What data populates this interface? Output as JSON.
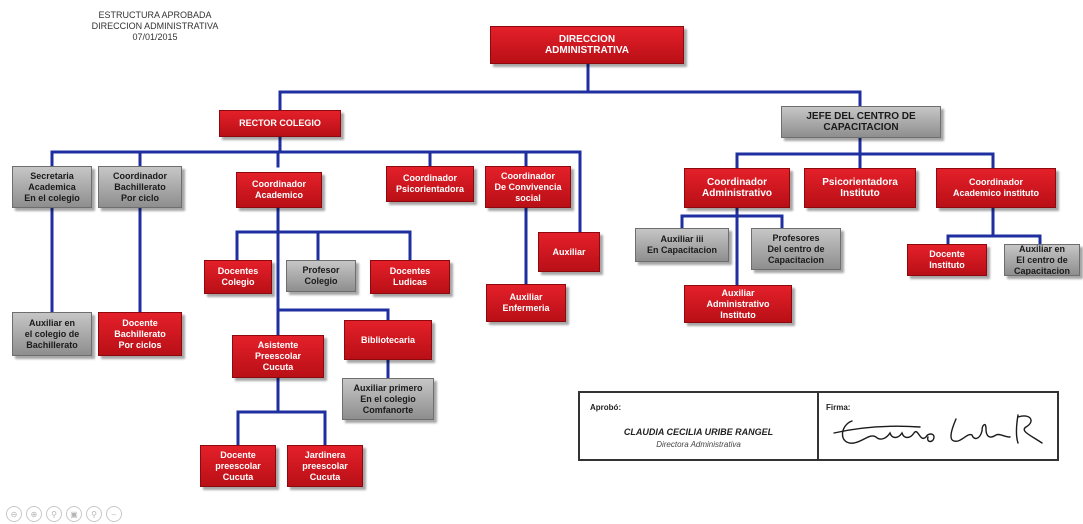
{
  "header_note": {
    "line1": "ESTRUCTURA APROBADA",
    "line2": "DIRECCION ADMINISTRATIVA",
    "line3": "07/01/2015"
  },
  "nodes": {
    "direccion": "DIRECCION\nADMINISTRATIVA",
    "rector": "RECTOR COLEGIO",
    "jefe_centro": "JEFE DEL CENTRO DE\nCAPACITACION",
    "secretaria": "Secretaria\nAcademica\nEn el colegio",
    "coord_bachillerato": "Coordinador\nBachillerato\nPor ciclo",
    "coord_academico": "Coordinador\nAcademico",
    "coord_psico": "Coordinador\nPsicorientadora",
    "coord_convivencia": "Coordinador\nDe Convivencia\nsocial",
    "auxiliar": "Auxiliar",
    "aux_bachillerato": "Auxiliar en\nel colegio de\nBachillerato",
    "docente_bachillerato": "Docente\nBachillerato\nPor ciclos",
    "docentes_colegio": "Docentes\nColegio",
    "profesor_colegio": "Profesor\nColegio",
    "docentes_ludicas": "Docentes\nLudicas",
    "asistente_preescolar": "Asistente\nPreescolar\nCucuta",
    "bibliotecaria": "Bibliotecaria",
    "aux_primero": "Auxiliar primero\nEn el colegio\nComfanorte",
    "docente_preescolar": "Docente\npreescolar\nCucuta",
    "jardinera": "Jardinera\npreescolar\nCucuta",
    "aux_enfermeria": "Auxiliar\nEnfermeria",
    "coord_administrativo": "Coordinador\nAdministrativo",
    "psico_instituto": "Psicorientadora\nInstituto",
    "coord_acad_instituto": "Coordinador\nAcademico instituto",
    "aux_iii": "Auxiliar iii\nEn Capacitacion",
    "profesores_centro": "Profesores\nDel centro de\nCapacitacion",
    "aux_admin_instituto": "Auxiliar\nAdministrativo\nInstituto",
    "docente_instituto": "Docente\nInstituto",
    "aux_centro": "Auxiliar en\nEl centro de\nCapacitacion"
  },
  "approval": {
    "aprobo_label": "Aprobó:",
    "name": "CLAUDIA CECILIA URIBE RANGEL",
    "role": "Directora Administrativa",
    "firma_label": "Firma:"
  },
  "colors": {
    "red_box": "#d0141d",
    "gray_box": "#aaaaaa",
    "connector": "#1f2fa0"
  },
  "viewer_controls": [
    "zoom-out-icon",
    "zoom-in-icon",
    "link-icon",
    "image-icon",
    "search-icon",
    "minus-icon"
  ]
}
